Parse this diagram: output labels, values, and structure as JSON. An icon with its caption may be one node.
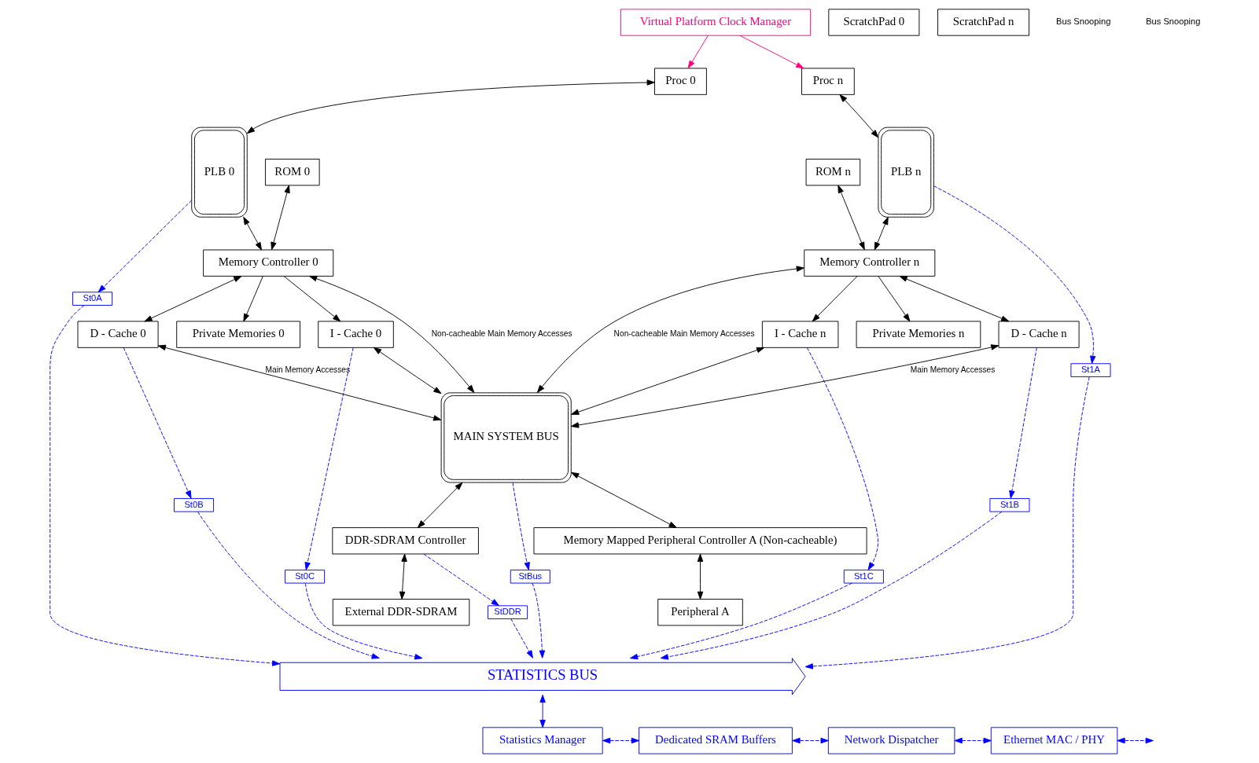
{
  "diagram": {
    "nodes": [
      {
        "text": [
          "Virtual Platform Clock Manager"
        ]
      },
      {
        "text": [
          "Proc 0"
        ]
      },
      {
        "text": [
          "PLB 0"
        ]
      },
      {
        "text": [
          "ROM 0"
        ]
      },
      {
        "text": [
          "Memory Controller 0"
        ]
      },
      {
        "text": [
          "ScratchPad 0"
        ]
      },
      {
        "text": [
          "Private Memories 0"
        ]
      },
      {
        "text": [
          "D - Cache 0"
        ]
      },
      {
        "text": [
          "I - Cache 0"
        ]
      },
      {
        "text": [
          "St0A"
        ]
      },
      {
        "text": [
          "St0B"
        ]
      },
      {
        "text": [
          "St0C"
        ]
      },
      {
        "text": [
          "Proc n"
        ]
      },
      {
        "text": [
          "PLB n"
        ]
      },
      {
        "text": [
          "ROM n"
        ]
      },
      {
        "text": [
          "Memory Controller n"
        ]
      },
      {
        "text": [
          "ScratchPad n"
        ]
      },
      {
        "text": [
          "Private Memories n"
        ]
      },
      {
        "text": [
          "D - Cache n"
        ]
      },
      {
        "text": [
          "I - Cache n"
        ]
      },
      {
        "text": [
          "St1A"
        ]
      },
      {
        "text": [
          "St1B"
        ]
      },
      {
        "text": [
          "St1C"
        ]
      },
      {
        "text": [
          "MAIN SYSTEM BUS"
        ]
      },
      {
        "text": [
          "Memory Mapped Peripheral Controller A (Non-cacheable)"
        ]
      },
      {
        "text": [
          "Peripheral A"
        ]
      },
      {
        "text": [
          "DDR-SDRAM Controller"
        ]
      },
      {
        "text": [
          "External DDR-SDRAM"
        ]
      },
      {
        "text": [
          "StDDR"
        ]
      },
      {
        "text": [
          "StBus"
        ]
      },
      {
        "text": [
          "STATISTICS BUS"
        ]
      },
      {
        "text": [
          "Statistics Manager"
        ]
      },
      {
        "text": [
          "Dedicated SRAM Buffers"
        ]
      },
      {
        "text": [
          "Network Dispatcher"
        ]
      },
      {
        "text": [
          "Ethernet MAC / PHY"
        ]
      }
    ],
    "edges": [
      {
        "from": 0,
        "to": 1,
        "arrow": "to",
        "color": "#ff0080"
      },
      {
        "from": 0,
        "to": 12,
        "arrow": "to",
        "color": "#ff0080"
      },
      {
        "from": 1,
        "to": 2,
        "arrow": "both"
      },
      {
        "from": 2,
        "to": 4,
        "arrow": "both"
      },
      {
        "from": 3,
        "to": 4,
        "arrow": "both"
      },
      {
        "from": 4,
        "to": 6,
        "arrow": "to"
      },
      {
        "from": 4,
        "to": 7,
        "arrow": "both"
      },
      {
        "from": 4,
        "to": 8,
        "arrow": "to"
      },
      {
        "from": 7,
        "to": 23,
        "arrow": "both",
        "label": "Main Memory Accesses"
      },
      {
        "from": 8,
        "to": 23,
        "arrow": "both"
      },
      {
        "from": 4,
        "to": 23,
        "arrow": "both",
        "label": "Non-cacheable Main Memory Accesses"
      },
      {
        "from": 2,
        "to": 9,
        "arrow": "to",
        "style": "dashed",
        "color": "#0000ff"
      },
      {
        "from": 7,
        "to": 10,
        "arrow": "to",
        "style": "dashed",
        "color": "#0000ff"
      },
      {
        "from": 8,
        "to": 11,
        "arrow": "to",
        "style": "dashed",
        "color": "#0000ff"
      },
      {
        "from": 12,
        "to": 13,
        "arrow": "both"
      },
      {
        "from": 13,
        "to": 15,
        "arrow": "both"
      },
      {
        "from": 14,
        "to": 15,
        "arrow": "both"
      },
      {
        "from": 15,
        "to": 17,
        "arrow": "to"
      },
      {
        "from": 15,
        "to": 18,
        "arrow": "both"
      },
      {
        "from": 15,
        "to": 19,
        "arrow": "to"
      },
      {
        "from": 18,
        "to": 23,
        "arrow": "both",
        "label": "Main Memory Accesses"
      },
      {
        "from": 19,
        "to": 23,
        "arrow": "both"
      },
      {
        "from": 15,
        "to": 23,
        "arrow": "both",
        "label": "Non-cacheable Main Memory Accesses"
      },
      {
        "from": 13,
        "to": 20,
        "arrow": "to",
        "style": "dashed",
        "color": "#0000ff"
      },
      {
        "from": 18,
        "to": 21,
        "arrow": "to",
        "style": "dashed",
        "color": "#0000ff"
      },
      {
        "from": 19,
        "to": 22,
        "arrow": "to",
        "style": "dashed",
        "color": "#0000ff"
      },
      {
        "from": 23,
        "to": 24,
        "arrow": "both"
      },
      {
        "from": 24,
        "to": 25,
        "arrow": "both"
      },
      {
        "from": 23,
        "to": 26,
        "arrow": "both"
      },
      {
        "from": 26,
        "to": 27,
        "arrow": "both"
      },
      {
        "from": 26,
        "to": 28,
        "arrow": "to",
        "style": "dashed",
        "color": "#0000ff"
      },
      {
        "from": 23,
        "to": 29,
        "arrow": "to",
        "style": "dashed",
        "color": "#0000ff"
      },
      {
        "from": 20,
        "to": 30,
        "arrow": "to",
        "style": "dashed",
        "color": "#0000ff"
      },
      {
        "from": 9,
        "to": 30,
        "arrow": "to",
        "style": "dashed",
        "color": "#0000ff"
      },
      {
        "from": 21,
        "to": 30,
        "arrow": "to",
        "style": "dashed",
        "color": "#0000ff"
      },
      {
        "from": 22,
        "to": 30,
        "arrow": "to",
        "style": "dashed",
        "color": "#0000ff"
      },
      {
        "from": 10,
        "to": 30,
        "arrow": "to",
        "style": "dashed",
        "color": "#0000ff"
      },
      {
        "from": 11,
        "to": 30,
        "arrow": "to",
        "style": "dashed",
        "color": "#0000ff"
      },
      {
        "from": 29,
        "to": 30,
        "arrow": "to",
        "style": "dashed",
        "color": "#0000ff"
      },
      {
        "from": 28,
        "to": 30,
        "arrow": "to",
        "style": "dashed",
        "color": "#0000ff"
      },
      {
        "from": 30,
        "to": 31,
        "arrow": "both",
        "color": "#0000ff"
      },
      {
        "from": 31,
        "to": 32,
        "arrow": "both",
        "style": "dashed",
        "color": "#0000ff"
      },
      {
        "from": 32,
        "to": 33,
        "arrow": "both",
        "style": "dashed",
        "color": "#0000ff"
      },
      {
        "from": 33,
        "to": 34,
        "arrow": "both",
        "style": "dashed",
        "color": "#0000ff"
      },
      {
        "from": 34,
        "to": null,
        "arrow": "both",
        "style": "dashed",
        "color": "#0000ff"
      }
    ],
    "labels": [
      "Bus Snooping",
      "Bus Snooping"
    ]
  }
}
